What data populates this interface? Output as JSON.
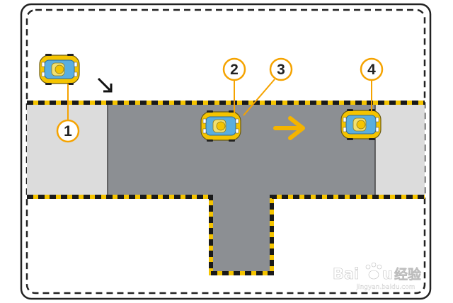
{
  "colors": {
    "frame": "#222222",
    "road": "#8c8f93",
    "sidewalk": "#dcdcdc",
    "curb_yellow": "#f5c400",
    "curb_black": "#1a1a1a",
    "marker": "#f5a300",
    "marker_fill": "#ffffff",
    "arrow": "#f5b400",
    "car_body": "#f5c400",
    "car_window": "#5aaee0",
    "car_roof": "#f2e070"
  },
  "markers": [
    {
      "id": "1",
      "label": "1"
    },
    {
      "id": "2",
      "label": "2"
    },
    {
      "id": "3",
      "label": "3"
    },
    {
      "id": "4",
      "label": "4"
    }
  ],
  "watermark": {
    "brand": "Bai",
    "brand_end": "u",
    "cn": "经验",
    "url": "jingyan.baidu.com"
  },
  "icons": {
    "entry_arrow": "diagonal-arrow-icon",
    "direction_arrow": "right-arrow-icon",
    "car": "car-icon",
    "paw": "paw-icon"
  }
}
